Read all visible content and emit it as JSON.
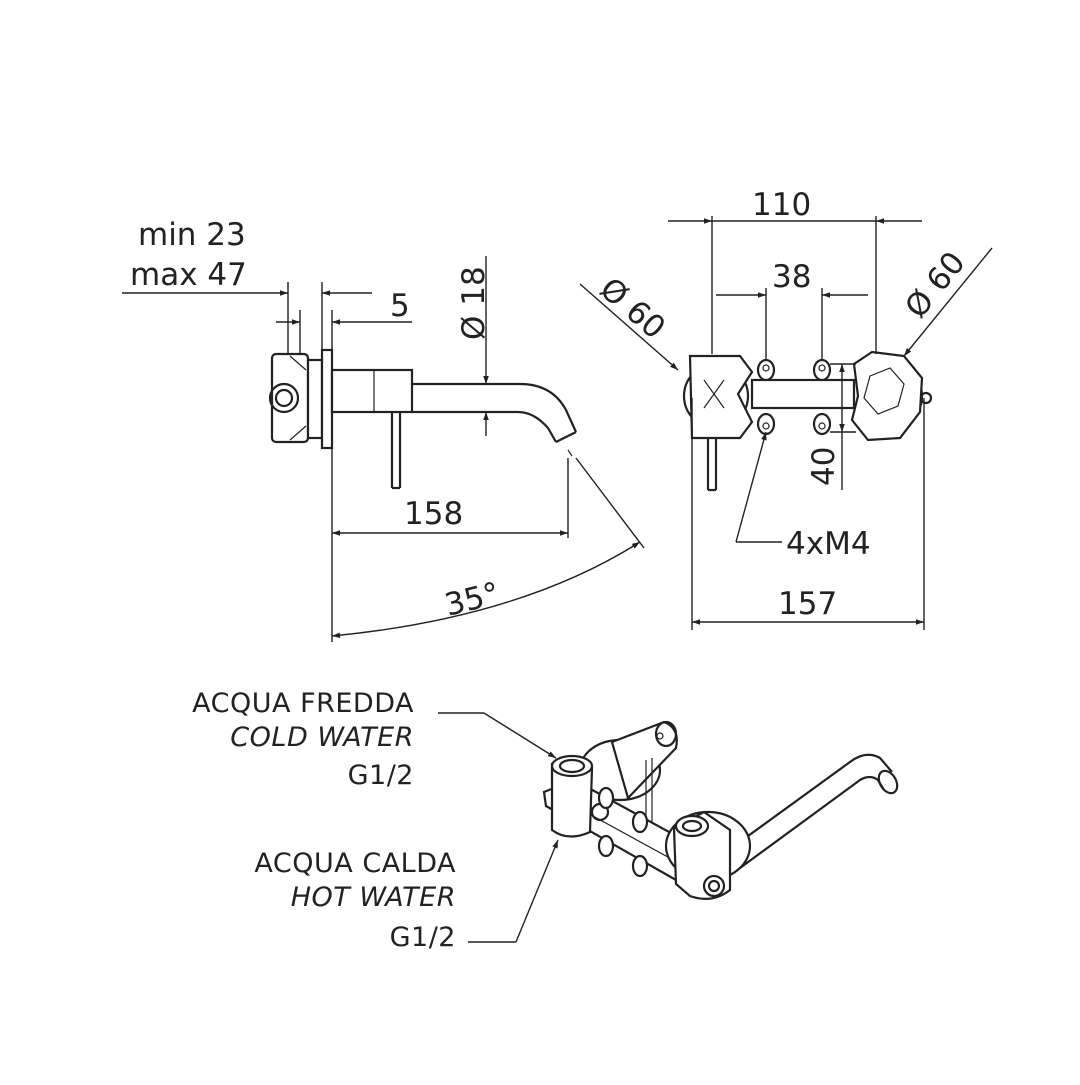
{
  "side_view": {
    "depth_min": "min 23",
    "depth_max": "max 47",
    "plate_thickness": "5",
    "spout_diameter": "Ø 18",
    "spout_length": "158",
    "swing_angle": "35°"
  },
  "front_view": {
    "overall_inner_width": "110",
    "fixing_spacing": "38",
    "left_rosette_diameter": "Ø 60",
    "right_rosette_diameter": "Ø 60",
    "fixing_height": "40",
    "fixing_screws": "4xM4",
    "overall_width": "157"
  },
  "connections": {
    "cold": {
      "it_label": "ACQUA FREDDA",
      "en_label": "COLD WATER",
      "thread": "G1/2"
    },
    "hot": {
      "it_label": "ACQUA CALDA",
      "en_label": "HOT WATER",
      "thread": "G1/2"
    }
  }
}
